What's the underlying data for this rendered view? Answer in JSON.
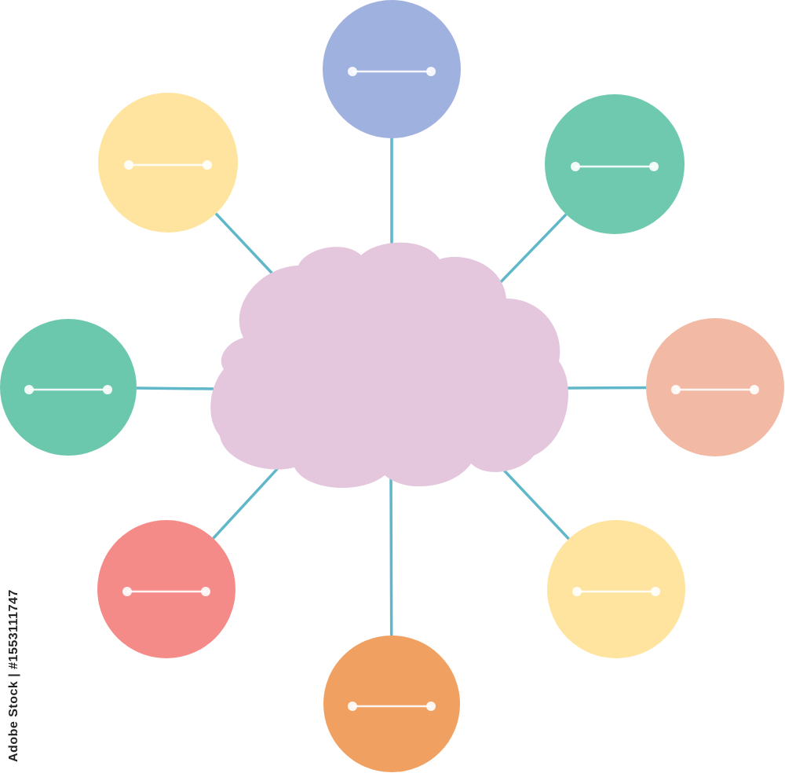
{
  "diagram": {
    "connector_color": "#5fb7c9",
    "hub": {
      "shape": "cloud",
      "color": "#e4c6dd"
    },
    "nodes": [
      {
        "position": "top",
        "color": "#9fb1de"
      },
      {
        "position": "top-right",
        "color": "#6ec9ae"
      },
      {
        "position": "right",
        "color": "#f2b9a4"
      },
      {
        "position": "bottom-right",
        "color": "#fee49e"
      },
      {
        "position": "bottom",
        "color": "#f0a061"
      },
      {
        "position": "bottom-left",
        "color": "#f58b89"
      },
      {
        "position": "left",
        "color": "#6cc8ad"
      },
      {
        "position": "top-left",
        "color": "#fee49e"
      }
    ],
    "placeholder_line_color": "#ffffff"
  },
  "footer": {
    "stock_id": "Adobe Stock | #1553111747"
  }
}
